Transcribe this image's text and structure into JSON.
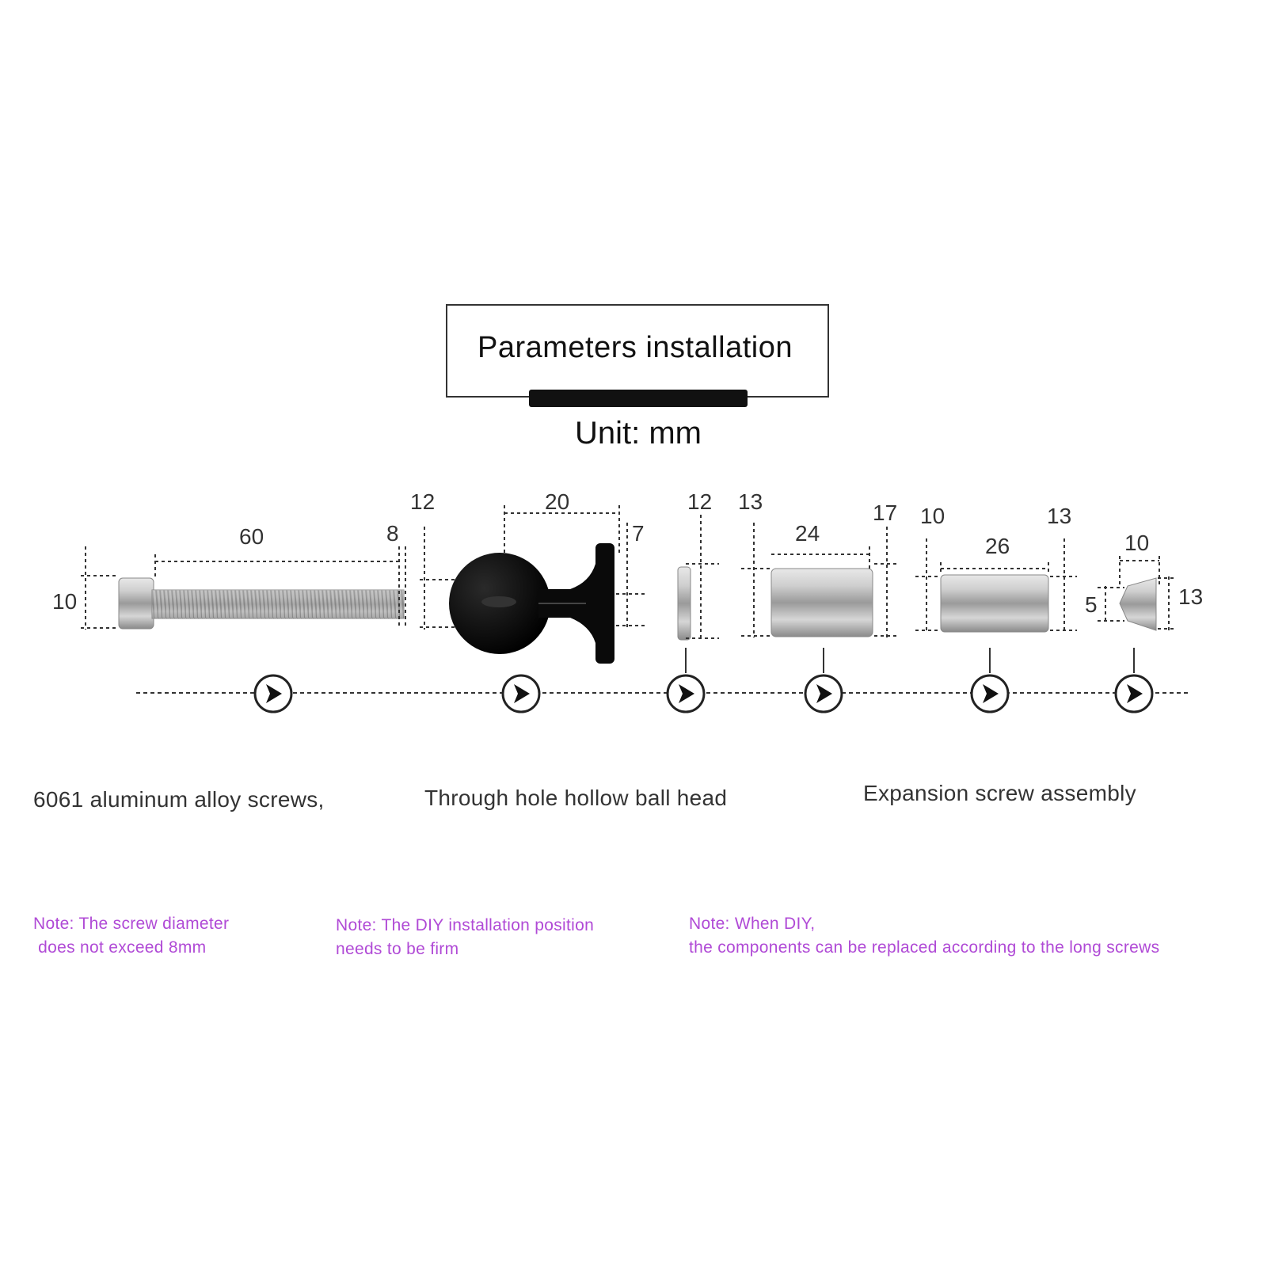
{
  "header": {
    "title": "Parameters installation",
    "unit": "Unit: mm"
  },
  "dimensions": {
    "screw_length": "60",
    "screw_thread": "8",
    "screw_head": "10",
    "ball_neck": "12",
    "ball_width": "20",
    "ball_base": "7",
    "washer_a": "12",
    "tube1_left": "13",
    "tube1_length": "24",
    "tube1_right": "17",
    "tube2_left": "10",
    "tube2_length": "26",
    "tube2_right": "13",
    "cone_width": "10",
    "cone_small": "5",
    "cone_large": "13"
  },
  "captions": {
    "screws": "6061 aluminum alloy screws,",
    "ball_head": "Through hole hollow ball head",
    "expansion": "Expansion screw assembly"
  },
  "notes": {
    "note1_line1": "Note: The screw diameter",
    "note1_line2": " does not exceed 8mm",
    "note2_line1": "Note: The DIY installation position",
    "note2_line2": "needs to be firm",
    "note3_line1": "Note: When DIY,",
    "note3_line2": "the components can be replaced according to the long screws"
  },
  "colors": {
    "note": "#b04ad6",
    "ball": "#0a0a0a",
    "metal": "#bdbdbd"
  }
}
